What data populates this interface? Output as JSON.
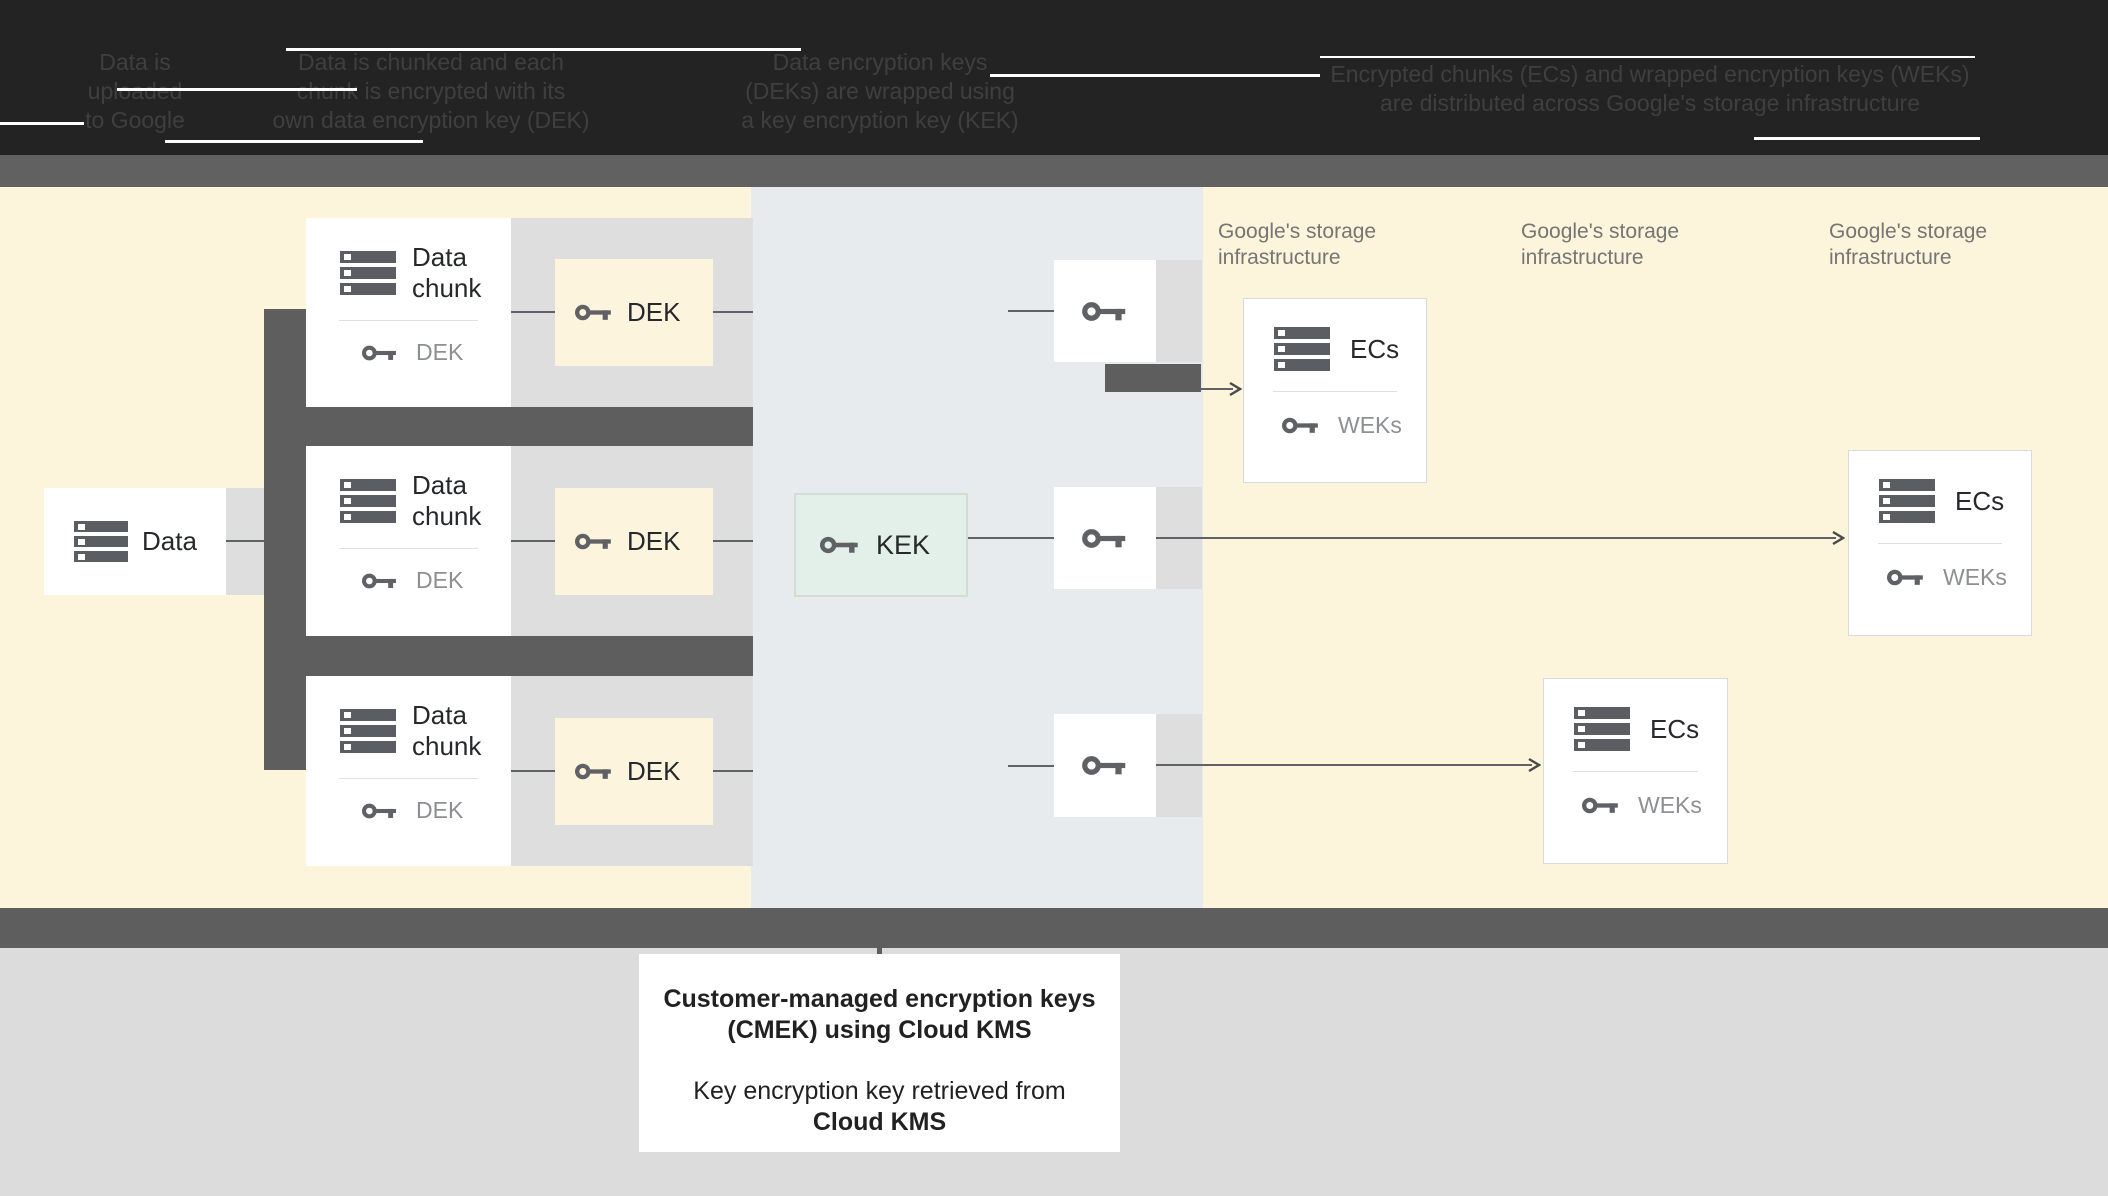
{
  "header": {
    "steps": [
      {
        "line1": "Data is",
        "line2": "uploaded",
        "line3": "to Google"
      },
      {
        "line1": "Data is chunked and each",
        "line2": "chunk is encrypted with its",
        "line3": "own data encryption key (DEK)"
      },
      {
        "line1": "Data encryption keys",
        "line2": "(DEKs) are wrapped using",
        "line3": "a key encryption key (KEK)"
      },
      {
        "line1": "Encrypted chunks (ECs) and wrapped encryption keys (WEKs)",
        "line2": "are distributed across Google's storage infrastructure"
      }
    ]
  },
  "diagram": {
    "data_box": {
      "label": "Data"
    },
    "chunks": [
      {
        "title_line1": "Data",
        "title_line2": "chunk",
        "key_label": "DEK"
      },
      {
        "title_line1": "Data",
        "title_line2": "chunk",
        "key_label": "DEK"
      },
      {
        "title_line1": "Data",
        "title_line2": "chunk",
        "key_label": "DEK"
      }
    ],
    "deks": [
      {
        "label": "DEK"
      },
      {
        "label": "DEK"
      },
      {
        "label": "DEK"
      }
    ],
    "kek": {
      "label": "KEK"
    },
    "storage_labels": [
      {
        "line1": "Google's storage",
        "line2": "infrastructure"
      },
      {
        "line1": "Google's storage",
        "line2": "infrastructure"
      },
      {
        "line1": "Google's storage",
        "line2": "infrastructure"
      }
    ],
    "ecs": [
      {
        "title": "ECs",
        "key_label": "WEKs"
      },
      {
        "title": "ECs",
        "key_label": "WEKs"
      },
      {
        "title": "ECs",
        "key_label": "WEKs"
      }
    ]
  },
  "caption": {
    "bold_line1": "Customer-managed encryption keys",
    "bold_line2": "(CMEK) using Cloud KMS",
    "line3": "Key encryption key retrieved from",
    "bold_line4": "Cloud KMS"
  },
  "colors": {
    "header_bg": "#232323",
    "header_text": "#3f3f3f",
    "cream_bg": "#fcf4db",
    "kms_panel_bg": "#e8ebed",
    "dark_band": "#5e5e5e",
    "light_connector": "#dedede",
    "footer_bg": "#dcdcdc",
    "kek_fill": "#e3f0e9",
    "icon_dark": "#5f6165",
    "label_gray": "#8d8f92",
    "storage_label_gray": "#757575"
  }
}
